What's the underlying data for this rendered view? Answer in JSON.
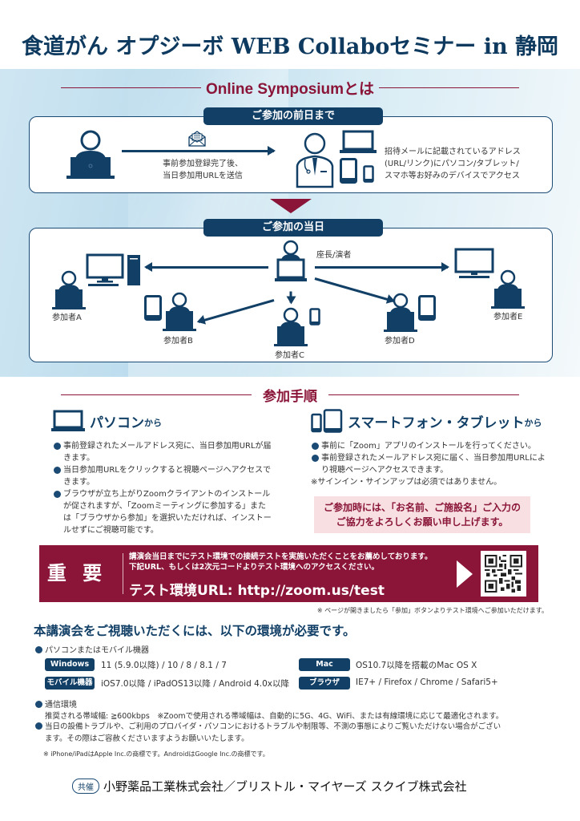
{
  "title": "食道がん オプジーボ WEB Collaboセミナー in 静岡",
  "online": {
    "heading": "Online Symposiumとは",
    "before_day": {
      "tab": "ご参加の前日まで",
      "send_caption_line1": "事前参加登録完了後、",
      "send_caption_line2": "当日参加用URLを送信",
      "access_line1": "招待メールに記載されているアドレス",
      "access_line2": "(URL/リンク)にパソコン/タブレット/",
      "access_line3": "スマホ等お好みのデバイスでアクセス"
    },
    "on_day": {
      "tab": "ご参加の当日",
      "presenter_label": "座長/演者",
      "participants": [
        "参加者A",
        "参加者B",
        "参加者C",
        "参加者D",
        "参加者E"
      ]
    }
  },
  "procedure": {
    "heading": "参加手順",
    "pc": {
      "heading_big": "パソコン",
      "heading_small": "から",
      "bullets": [
        "事前登録されたメールアドレス宛に、当日参加用URLが届きます。",
        "当日参加用URLをクリックすると視聴ページへアクセスできます。",
        "ブラウザが立ち上がりZoomクライアントのインストールが促されますが、「Zoomミーティングに参加する」または「ブラウザから参加」を選択いただければ、インストールせずにご視聴可能です。"
      ]
    },
    "mobile": {
      "heading_big": "スマートフォン・タブレット",
      "heading_small": "から",
      "bullets": [
        "事前に「Zoom」アプリのインストールを行ってください。",
        "事前登録されたメールアドレス宛に届く、当日参加用URLにより視聴ページへアクセスできます。"
      ],
      "note": "※サインイン・サインアップは必須ではありません。"
    },
    "request_line1": "ご参加時には、「お名前、ご施設名」ご入力の",
    "request_line2": "ご協力をよろしくお願い申し上げます。"
  },
  "important": {
    "label": "重 要",
    "line1": "講演会当日までにテスト環境での接続テストを実施いただくことをお薦めしております。",
    "line2": "下記URL、もしくは2次元コードよりテスト環境へのアクセスください。",
    "url_line": "テスト環境URL: http://zoom.us/test",
    "note": "※ ページが開きましたら「参加」ボタンよりテスト環境へご参加いただけます。"
  },
  "environment": {
    "title": "本講演会をご視聴いただくには、以下の環境が必要です。",
    "devices_label": "パソコンまたはモバイル機器",
    "requirements": [
      {
        "tag": "Windows",
        "value": "11 (5.9.0以降) / 10 / 8 / 8.1 / 7"
      },
      {
        "tag": "Mac",
        "value": "OS10.7以降を搭載のMac OS X"
      },
      {
        "tag": "モバイル機器",
        "value": "iOS7.0以降 / iPadOS13以降 / Android 4.0x以降"
      },
      {
        "tag": "ブラウザ",
        "value": "IE7+ / Firefox / Chrome / Safari5+"
      }
    ],
    "network_label": "通信環境",
    "network_detail": "推奨される帯域幅: ≧600kbps　※Zoomで使用される帯域幅は、自動的に5G、4G、WiFi、または有線環境に応じて最適化されます。",
    "trouble_line1": "当日の設備トラブルや、ご利用のプロバイダ・パソコンにおけるトラブルや制限等、不測の事態によりご覧いただけない場合がござい",
    "trouble_line2": "ます。その際はご容赦くださいますようお願いいたします。",
    "trademark": "※ iPhone/iPadはApple Inc.の商標です。AndroidはGoogle Inc.の商標です。"
  },
  "sponsor": {
    "label": "共催",
    "names": "小野薬品工業株式会社／ブリストル・マイヤーズ スクイブ株式会社"
  },
  "colors": {
    "navy": "#113f66",
    "maroon": "#8a1538",
    "pink_bg": "#f7dfe2"
  }
}
